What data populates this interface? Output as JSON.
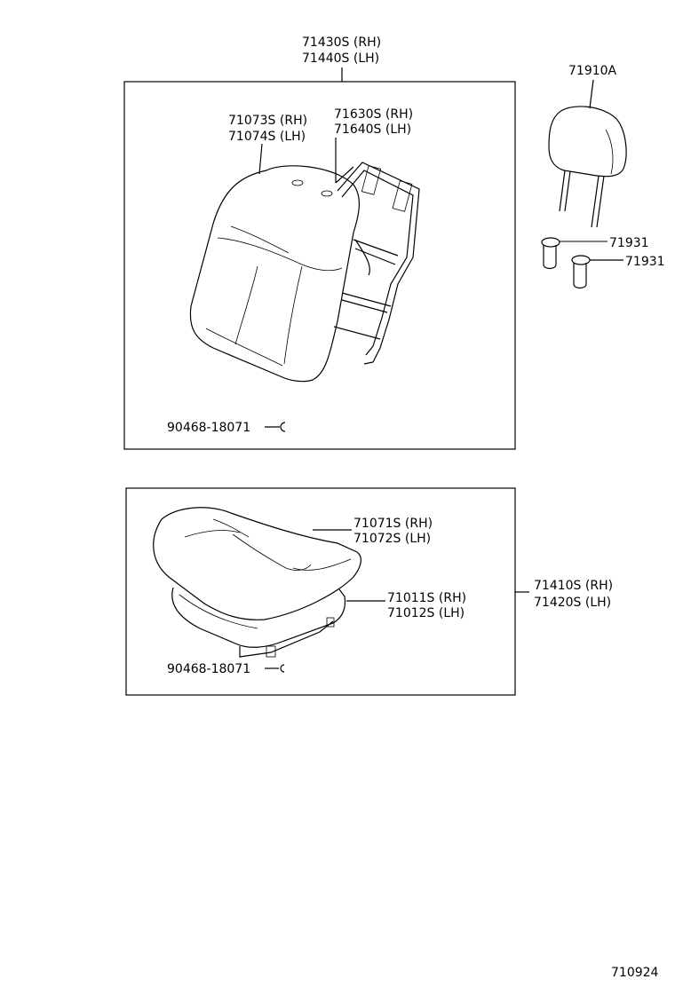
{
  "diagram": {
    "top_assembly": {
      "rh": "71430S (RH)",
      "lh": "71440S (LH)"
    },
    "back_cover": {
      "rh": "71073S (RH)",
      "lh": "71074S (LH)"
    },
    "back_frame": {
      "rh": "71630S (RH)",
      "lh": "71640S (LH)"
    },
    "headrest": {
      "part": "71910A"
    },
    "support_1": {
      "part": "71931"
    },
    "support_2": {
      "part": "71931"
    },
    "hog_ring_top": {
      "part": "90468-18071"
    },
    "cushion_cover": {
      "rh": "71071S (RH)",
      "lh": "71072S (LH)"
    },
    "cushion_pad": {
      "rh": "71011S (RH)",
      "lh": "71012S (LH)"
    },
    "cushion_assembly": {
      "rh": "71410S (RH)",
      "lh": "71420S (LH)"
    },
    "hog_ring_bottom": {
      "part": "90468-18071"
    },
    "figure_code": "710924"
  }
}
